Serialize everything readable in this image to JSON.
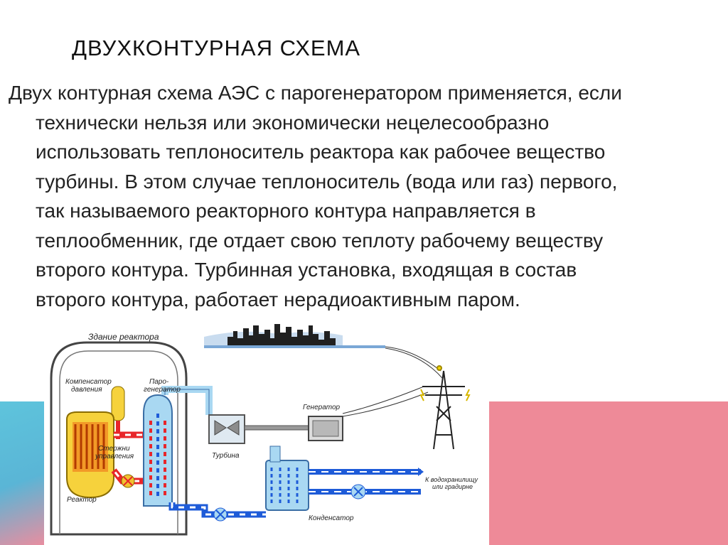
{
  "slide": {
    "title": "ДВУХКОНТУРНАЯ СХЕМА",
    "body_lines": [
      "Двух контурная схема АЭС с парогенератором применяется, если",
      "технически нельзя или экономически нецелесообразно",
      "использовать теплоноситель реактора как рабочее вещество",
      "турбины. В этом случае теплоноситель (вода или газ) первого,",
      "так называемого реакторного контура направляется в",
      "теплообменник, где отдает свою теплоту рабочему веществу",
      "второго контура. Турбинная установка, входящая в состав",
      "второго контура, работает нерадиоактивным паром."
    ]
  },
  "diagram": {
    "labels": {
      "reactor_building": "Здание реактора",
      "pressurizer_line1": "Компенсатор",
      "pressurizer_line2": "давления",
      "steam_gen_line1": "Паро-",
      "steam_gen_line2": "генератор",
      "generator": "Генератор",
      "control_rods_line1": "Стержни",
      "control_rods_line2": "управления",
      "turbine": "Турбина",
      "to_reservoir_line1": "К водохранилищу",
      "to_reservoir_line2": "или градирне",
      "reactor": "Реактор",
      "condenser": "Конденсатор"
    }
  },
  "colors": {
    "primary_loop": "#e8262a",
    "secondary_loop": "#1e5bd8",
    "water_light": "#a9d8f2",
    "reactor_yellow": "#f6d23c",
    "band_blue": "#5ab5d6",
    "band_pink": "#ee8a98"
  }
}
